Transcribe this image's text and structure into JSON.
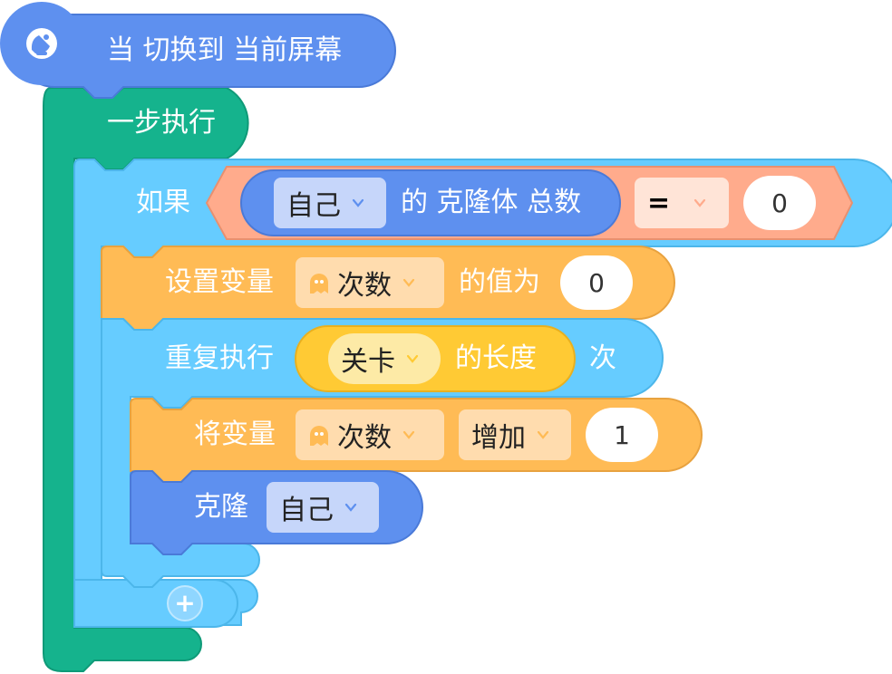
{
  "colors": {
    "events": "#5e90ef",
    "control_green": "#15b38d",
    "control_blue": "#66ccff",
    "variables": "#ffbb55",
    "operator": "#ffab8c",
    "list": "#ffca34",
    "chip_blue": "#c6d6fa",
    "chip_orange": "#ffdcae",
    "chip_yellow": "#fdeaa6"
  },
  "hat": {
    "label": "当 切换到 当前屏幕",
    "icon": "satellite-dish-icon"
  },
  "step_block": {
    "label": "一步执行"
  },
  "if_block": {
    "label": "如果",
    "reporter": {
      "target": "自己",
      "label": "的 克隆体 总数"
    },
    "operator": "=",
    "value": "0"
  },
  "set_var": {
    "label": "设置变量",
    "variable": "次数",
    "suffix": "的值为",
    "value": "0"
  },
  "repeat": {
    "label": "重复执行",
    "list": "关卡",
    "list_suffix": "的长度",
    "suffix": "次"
  },
  "change_var": {
    "label": "将变量",
    "variable": "次数",
    "op": "增加",
    "value": "1"
  },
  "clone": {
    "label": "克隆",
    "target": "自己"
  },
  "add_button": {
    "label": "+"
  }
}
